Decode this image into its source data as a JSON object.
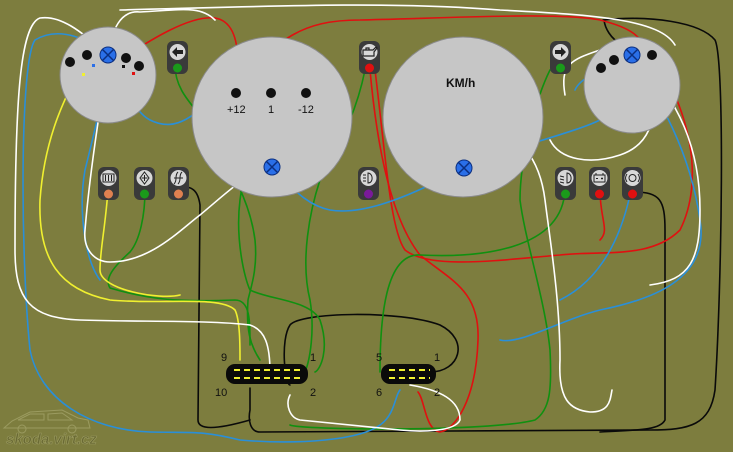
{
  "gauges": {
    "small_left": {},
    "center_left": {
      "terminal_plus12": "+12",
      "terminal_1": "1",
      "terminal_minus12": "-12"
    },
    "speedometer": {
      "title": "KM/h"
    },
    "small_right": {}
  },
  "indicators": [
    {
      "id": "turn-left",
      "icon": "arrow-left-icon",
      "lamp_color": "#1a9a1a"
    },
    {
      "id": "oil",
      "icon": "oil-can-icon",
      "lamp_color": "#e01010"
    },
    {
      "id": "turn-right",
      "icon": "arrow-right-icon",
      "lamp_color": "#1a9a1a"
    },
    {
      "id": "rear-defrost",
      "icon": "rear-defrost-icon",
      "lamp_color": "#e08050"
    },
    {
      "id": "fog",
      "icon": "fog-light-icon",
      "lamp_color": "#1a9a1a"
    },
    {
      "id": "heater",
      "icon": "heater-icon",
      "lamp_color": "#e08050"
    },
    {
      "id": "high-beam",
      "icon": "high-beam-icon",
      "lamp_color": "#7a1a9a"
    },
    {
      "id": "low-beam",
      "icon": "low-beam-icon",
      "lamp_color": "#1a9a1a"
    },
    {
      "id": "battery",
      "icon": "battery-icon",
      "lamp_color": "#e01010"
    },
    {
      "id": "brake",
      "icon": "brake-icon",
      "lamp_color": "#e01010"
    }
  ],
  "connectors": {
    "left": {
      "pin_9": "9",
      "pin_10": "10",
      "pin_1": "1",
      "pin_2": "2"
    },
    "right": {
      "pin_5": "5",
      "pin_6": "6",
      "pin_1": "1",
      "pin_2": "2"
    }
  },
  "watermark": {
    "text": "skoda.virt.cz"
  },
  "colors": {
    "background": "#7d7d3e",
    "gauge_face": "#c6c6c6",
    "wire_white": "#ffffff",
    "wire_red": "#e01010",
    "wire_green": "#109010",
    "wire_blue": "#2a8fd8",
    "wire_yellow": "#f0f030",
    "wire_black": "#0a0a0a",
    "bulb_blue": "#2a6fe8"
  }
}
